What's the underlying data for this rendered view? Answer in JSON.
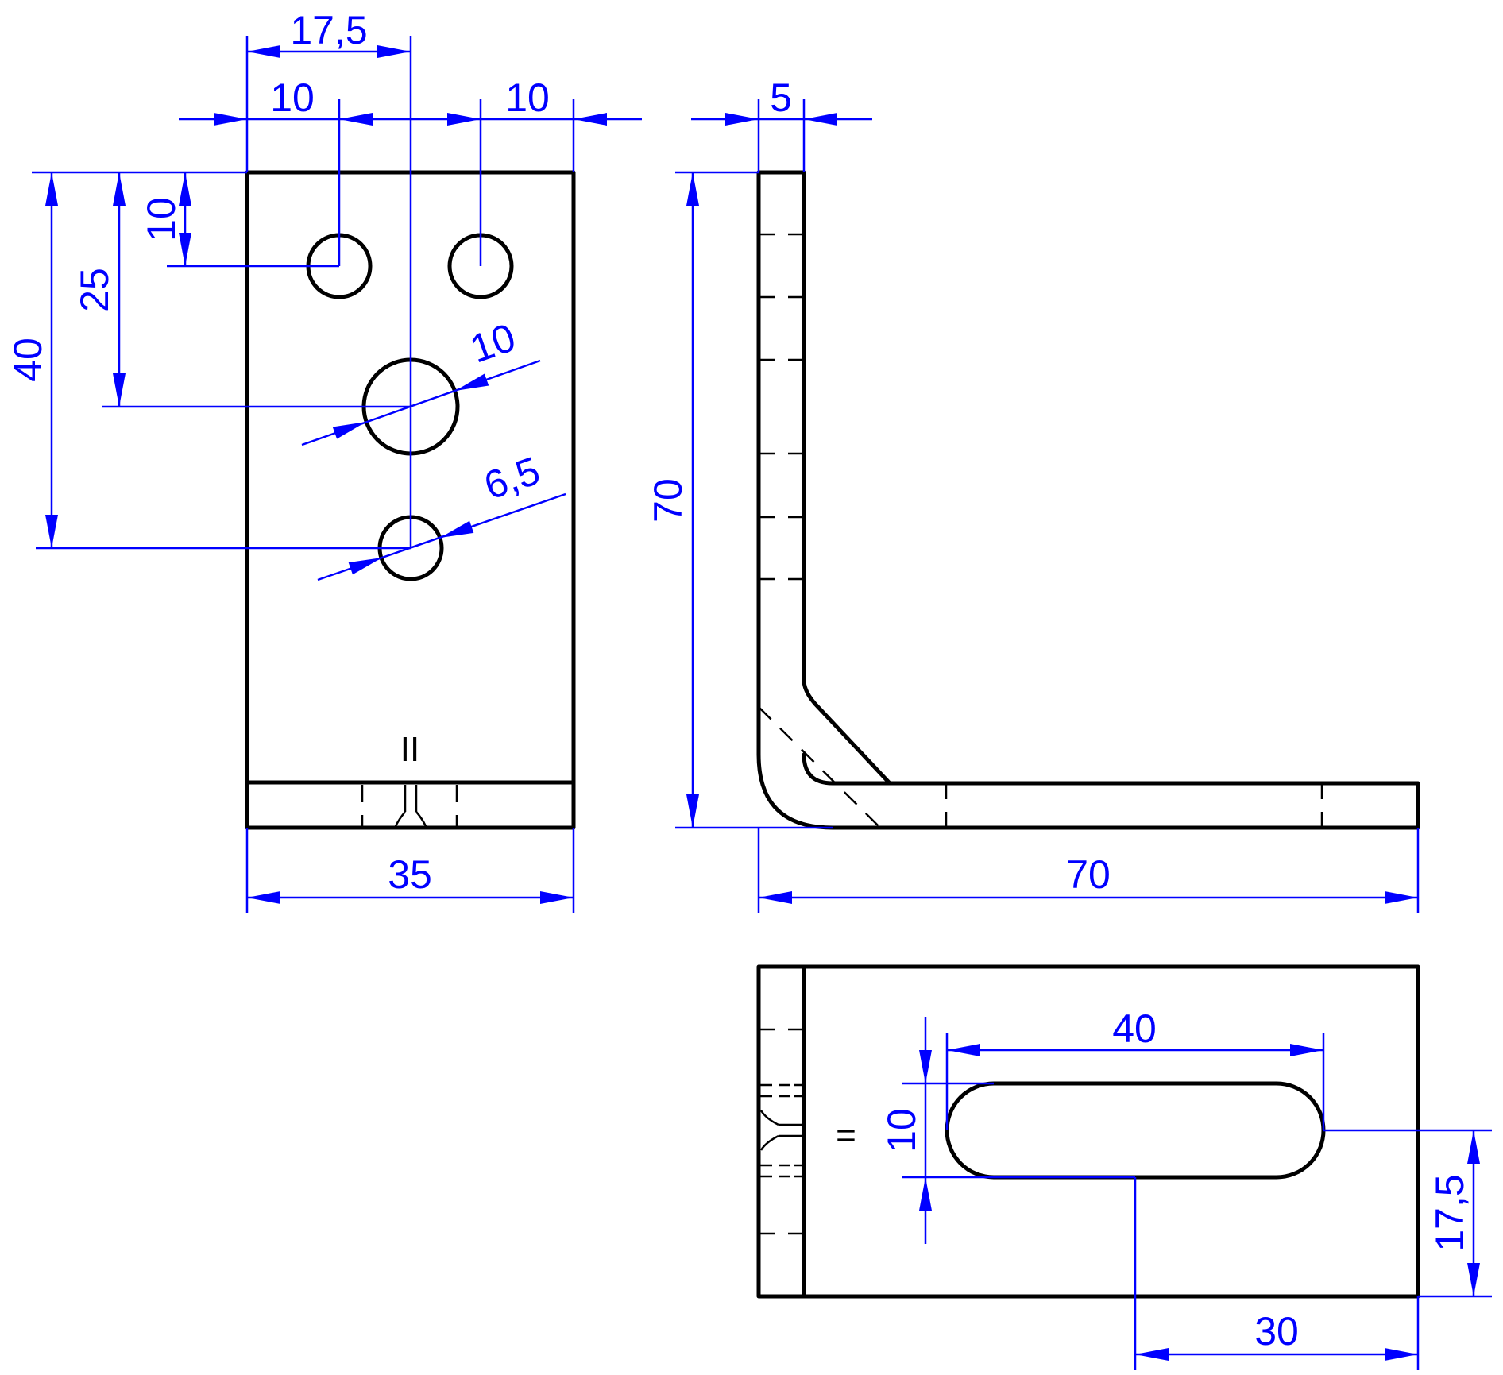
{
  "dimensions": {
    "front_17_5": "17,5",
    "front_10_left": "10",
    "front_10_right": "10",
    "front_10_vert": "10",
    "front_25": "25",
    "front_40": "40",
    "front_dia_10": "10",
    "front_dia_6_5": "6,5",
    "front_35": "35",
    "side_5": "5",
    "side_70_vert": "70",
    "side_70_horiz": "70",
    "top_40": "40",
    "top_10": "10",
    "top_17_5": "17,5",
    "top_30": "30"
  },
  "symbols": {
    "front_bend": "II",
    "top_bend": "="
  },
  "colors": {
    "object_lines": "#000000",
    "dimension_lines": "#0000ff",
    "background": "#ffffff"
  }
}
